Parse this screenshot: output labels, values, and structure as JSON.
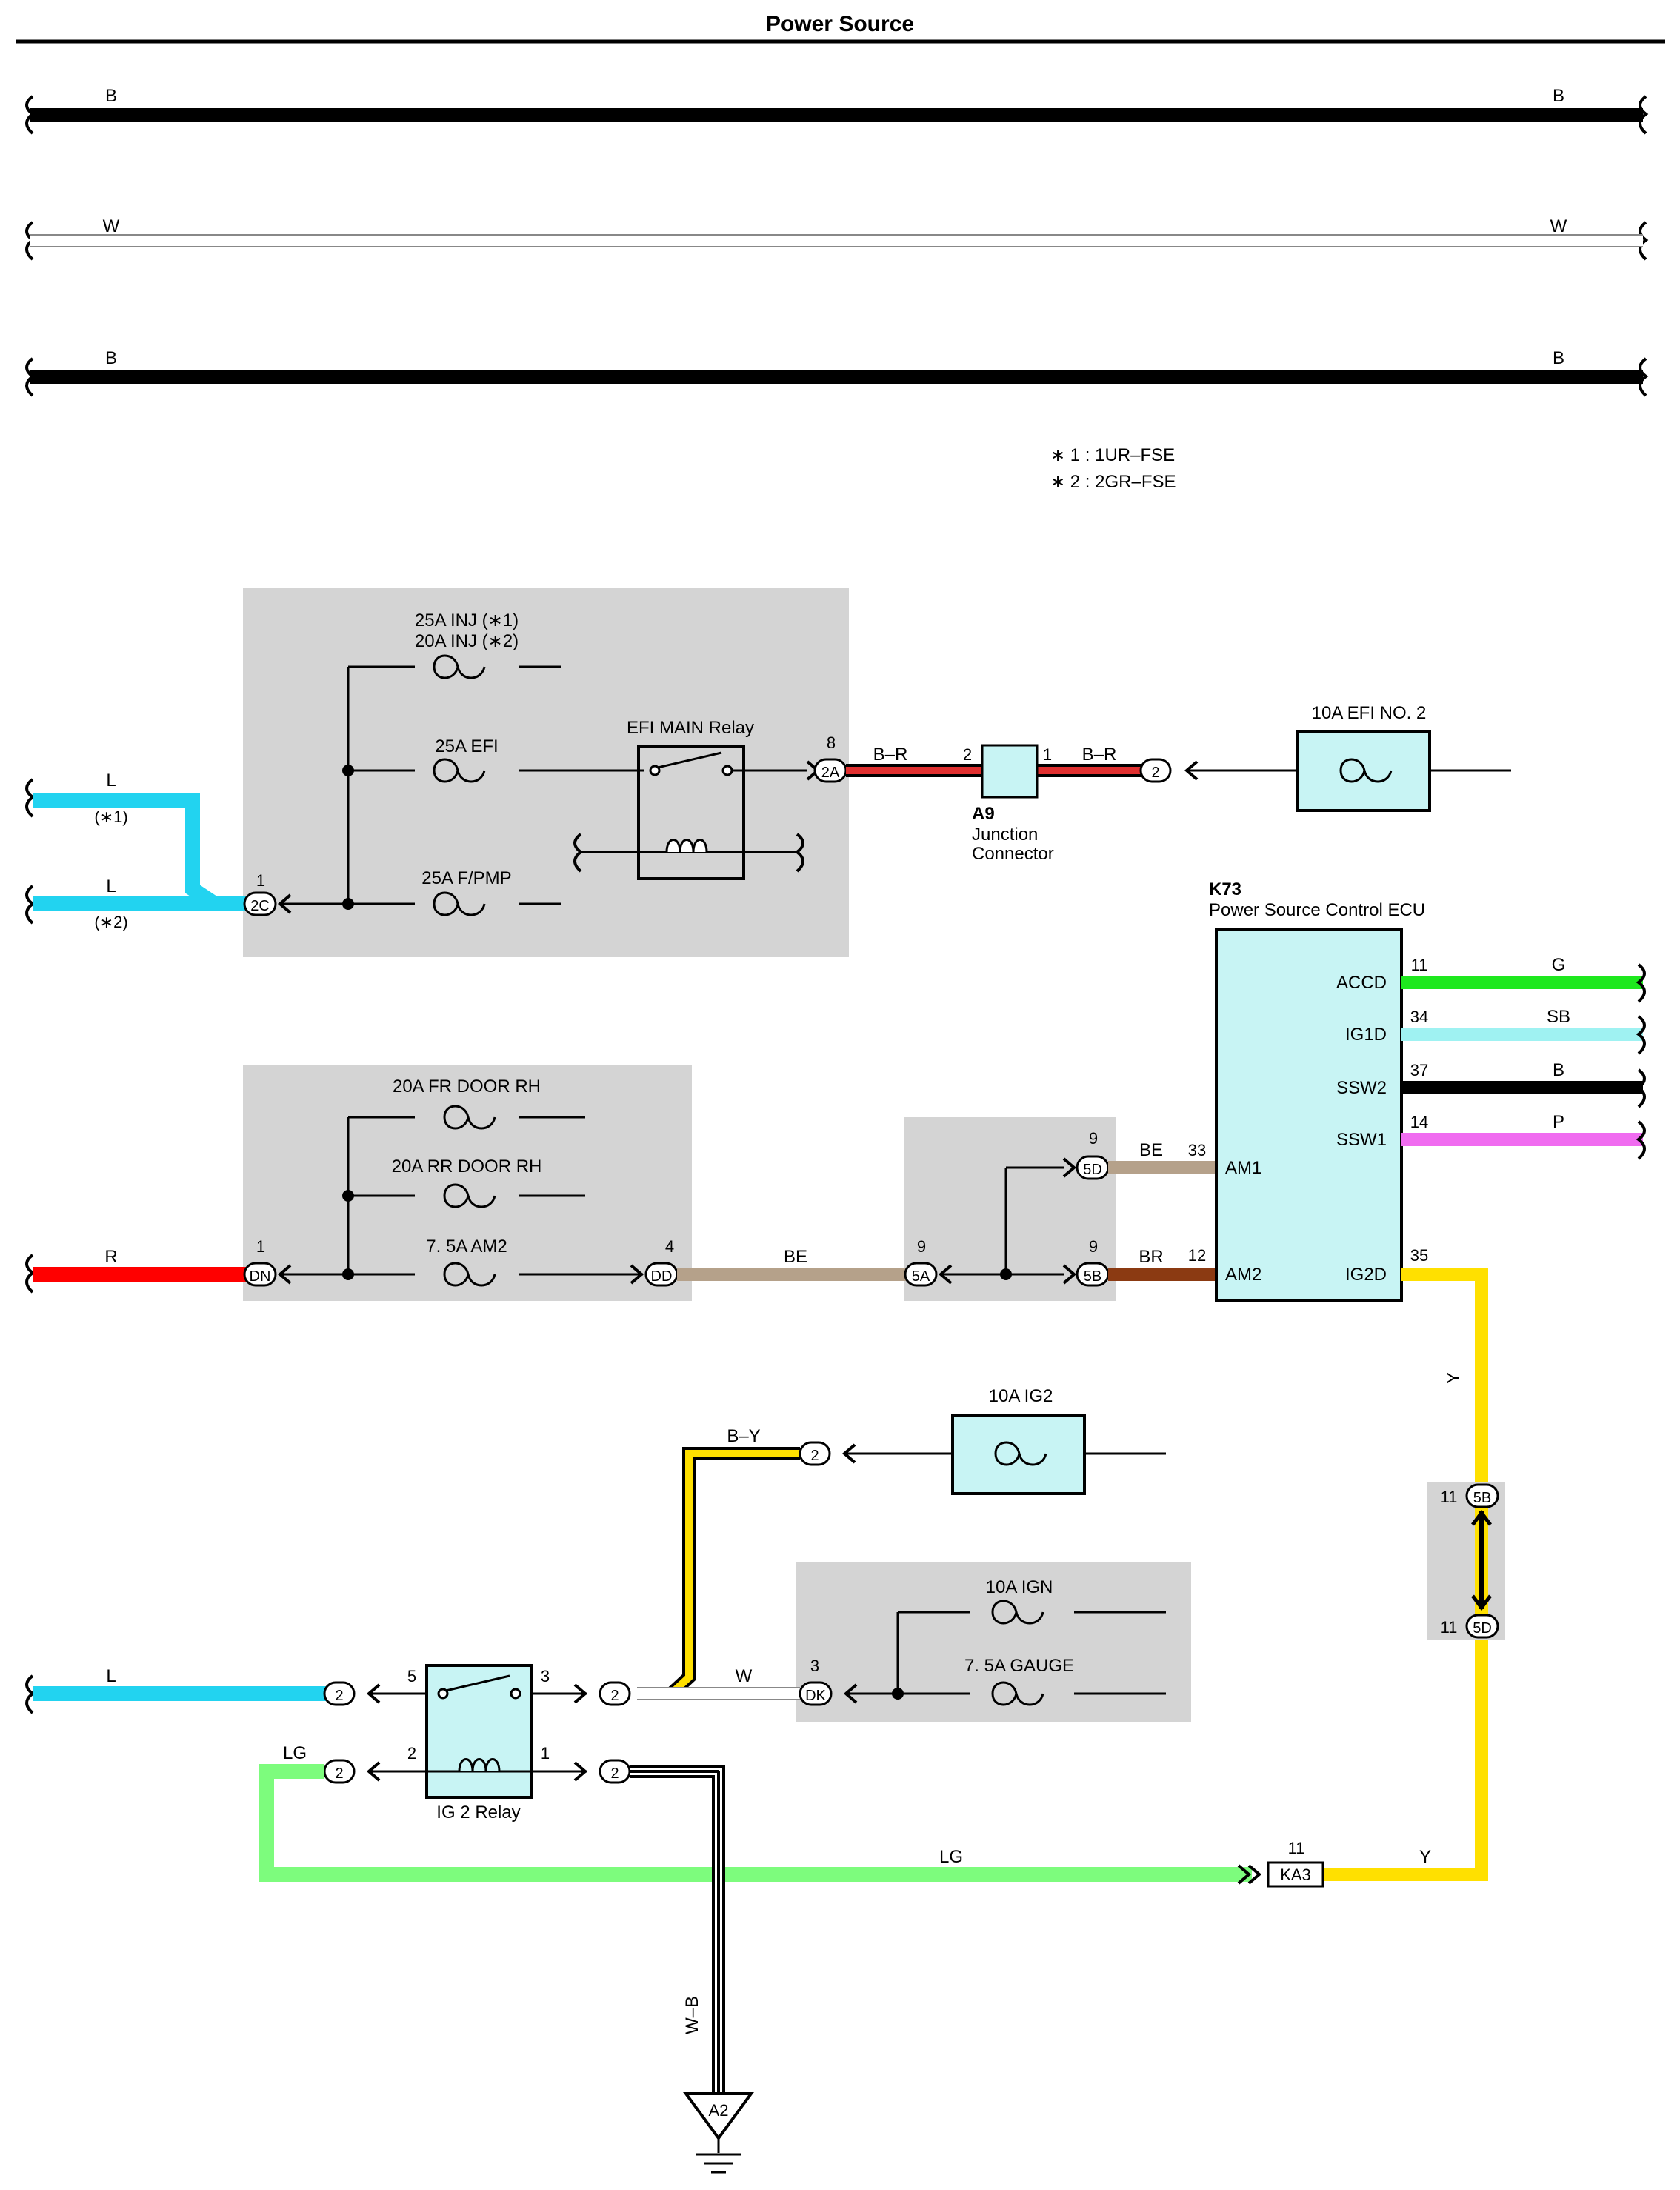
{
  "title": "Power Source",
  "legend_notes": [
    "∗ 1 : 1UR–FSE",
    "∗ 2 : 2GR–FSE"
  ],
  "colors": {
    "B": "#000000",
    "W": "#ffffff",
    "L": "#22d3f0",
    "R": "#ff0000",
    "BE": "#b5a18a",
    "BR": "#8b3a12",
    "G": "#1ee81e",
    "SB": "#9ff2f2",
    "P": "#f06cf0",
    "Y": "#ffe000",
    "LG": "#7dfc7d",
    "B-R": "#e03030",
    "B-Y": "#ffe000",
    "W-B": "#000000",
    "box_fill": "#c8f4f4",
    "shade": "#d4d4d4"
  },
  "top_wires": [
    {
      "left": "B",
      "right": "B"
    },
    {
      "left": "W",
      "right": "W"
    },
    {
      "left": "B",
      "right": "B"
    }
  ],
  "wires": {
    "l1": "L",
    "l1_note": "(∗1)",
    "l2": "L",
    "l2_note": "(∗2)",
    "br1": "B–R",
    "br2": "B–R",
    "r": "R",
    "be1": "BE",
    "be2": "BE",
    "br": "BR",
    "g": "G",
    "sb": "SB",
    "b": "B",
    "p": "P",
    "y1": "Y",
    "y2": "Y",
    "by": "B–Y",
    "w": "W",
    "l3": "L",
    "lg1": "LG",
    "lg2": "LG",
    "wb": "W–B"
  },
  "fuses": {
    "inj": [
      "25A INJ (∗1)",
      "20A INJ (∗2)"
    ],
    "efi": "25A EFI",
    "fpmp": "25A F/PMP",
    "efi2": "10A EFI NO. 2",
    "frdoor": "20A FR DOOR RH",
    "rrdoor": "20A RR DOOR RH",
    "am2": "7. 5A AM2",
    "ig2": "10A IG2",
    "ign": "10A IGN",
    "gauge": "7. 5A GAUGE"
  },
  "relays": {
    "efi_main": "EFI MAIN Relay",
    "ig2": "IG 2 Relay"
  },
  "junction": {
    "code": "A9",
    "name": [
      "Junction",
      "Connector"
    ],
    "pin_in": "2",
    "pin_out": "1"
  },
  "ecu": {
    "code": "K73",
    "name": "Power Source Control ECU",
    "right_pins": [
      {
        "label": "ACCD",
        "num": "11"
      },
      {
        "label": "IG1D",
        "num": "34"
      },
      {
        "label": "SSW2",
        "num": "37"
      },
      {
        "label": "SSW1",
        "num": "14"
      },
      {
        "label": "IG2D",
        "num": "35"
      }
    ],
    "left_pins": [
      {
        "label": "AM1",
        "num": "33"
      },
      {
        "label": "AM2",
        "num": "12"
      }
    ]
  },
  "connectors": {
    "c2c": "2C",
    "c2c_pin": "1",
    "c2a": "2A",
    "c2a_pin": "8",
    "c2": "2",
    "dn": "DN",
    "dn_pin": "1",
    "dd": "DD",
    "dd_pin": "4",
    "c5a": "5A",
    "c5a_pin": "9",
    "c5b": "5B",
    "c5b_pin": "9",
    "c5d": "5D",
    "c5d_pin": "9",
    "s5b": "5B",
    "s5b_pin": "11",
    "s5d": "5D",
    "s5d_pin": "11",
    "dk": "DK",
    "dk_pin": "3",
    "ka3": "KA3",
    "ka3_pin": "11",
    "relay_p5": "5",
    "relay_p3": "3",
    "relay_p2": "2",
    "relay_p1": "1"
  },
  "ground": "A2"
}
